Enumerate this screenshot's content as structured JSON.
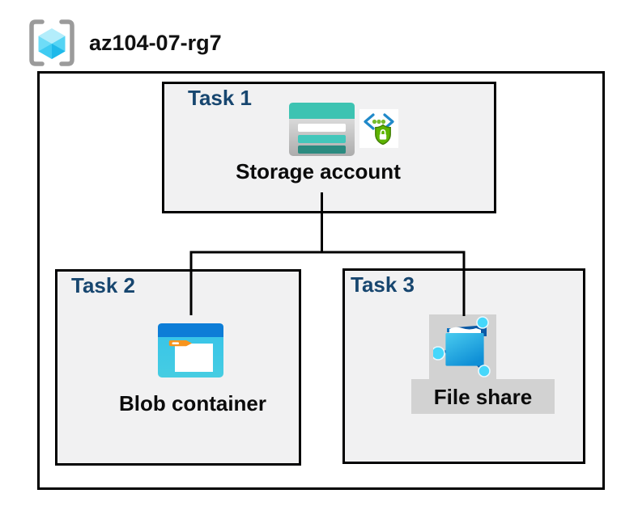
{
  "title": {
    "resource_group_name": "az104-07-rg7"
  },
  "tasks": [
    {
      "label": "Task 1",
      "resource": "Storage account"
    },
    {
      "label": "Task 2",
      "resource": "Blob container"
    },
    {
      "label": "Task 3",
      "resource": "File share"
    }
  ],
  "icons": {
    "resource_group": "resource-group-icon",
    "storage_account": "storage-account-icon",
    "api_lock": "api-lock-icon",
    "blob_container": "blob-container-icon",
    "file_share": "file-share-icon"
  },
  "colors": {
    "task_label_navy": "#17466F",
    "box_fill_gray": "#F1F1F2",
    "box_border": "#000000",
    "highlight_gray": "#D2D2D2",
    "storage_teal": "#3DC3B2",
    "storage_teal_dark": "#2B8B80",
    "blob_top_blue": "#0D7DD7",
    "blob_body_cyan": "#3AC6EB",
    "api_bracket_blue": "#2089C9",
    "api_shield_green": "#5DB300",
    "fileshare_node_cyan": "#45D7FB",
    "fileshare_line_blue": "#0B59A5",
    "rg_bracket_gray": "#9B9B9B",
    "rg_cube_cyan": "#3FCBF2"
  }
}
